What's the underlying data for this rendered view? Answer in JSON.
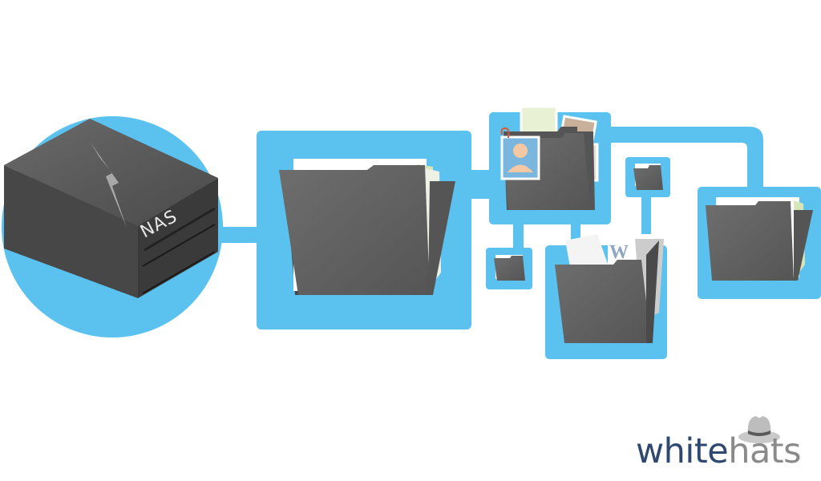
{
  "diagram": {
    "nas_label": "NAS",
    "doc_glyph": "W",
    "colors": {
      "connector": "#5bc2ef",
      "folder": "#616161",
      "server": "#4d4d4d",
      "bolt": "#a8a8a8"
    }
  },
  "logo": {
    "part1": "white",
    "part2": "hats"
  }
}
